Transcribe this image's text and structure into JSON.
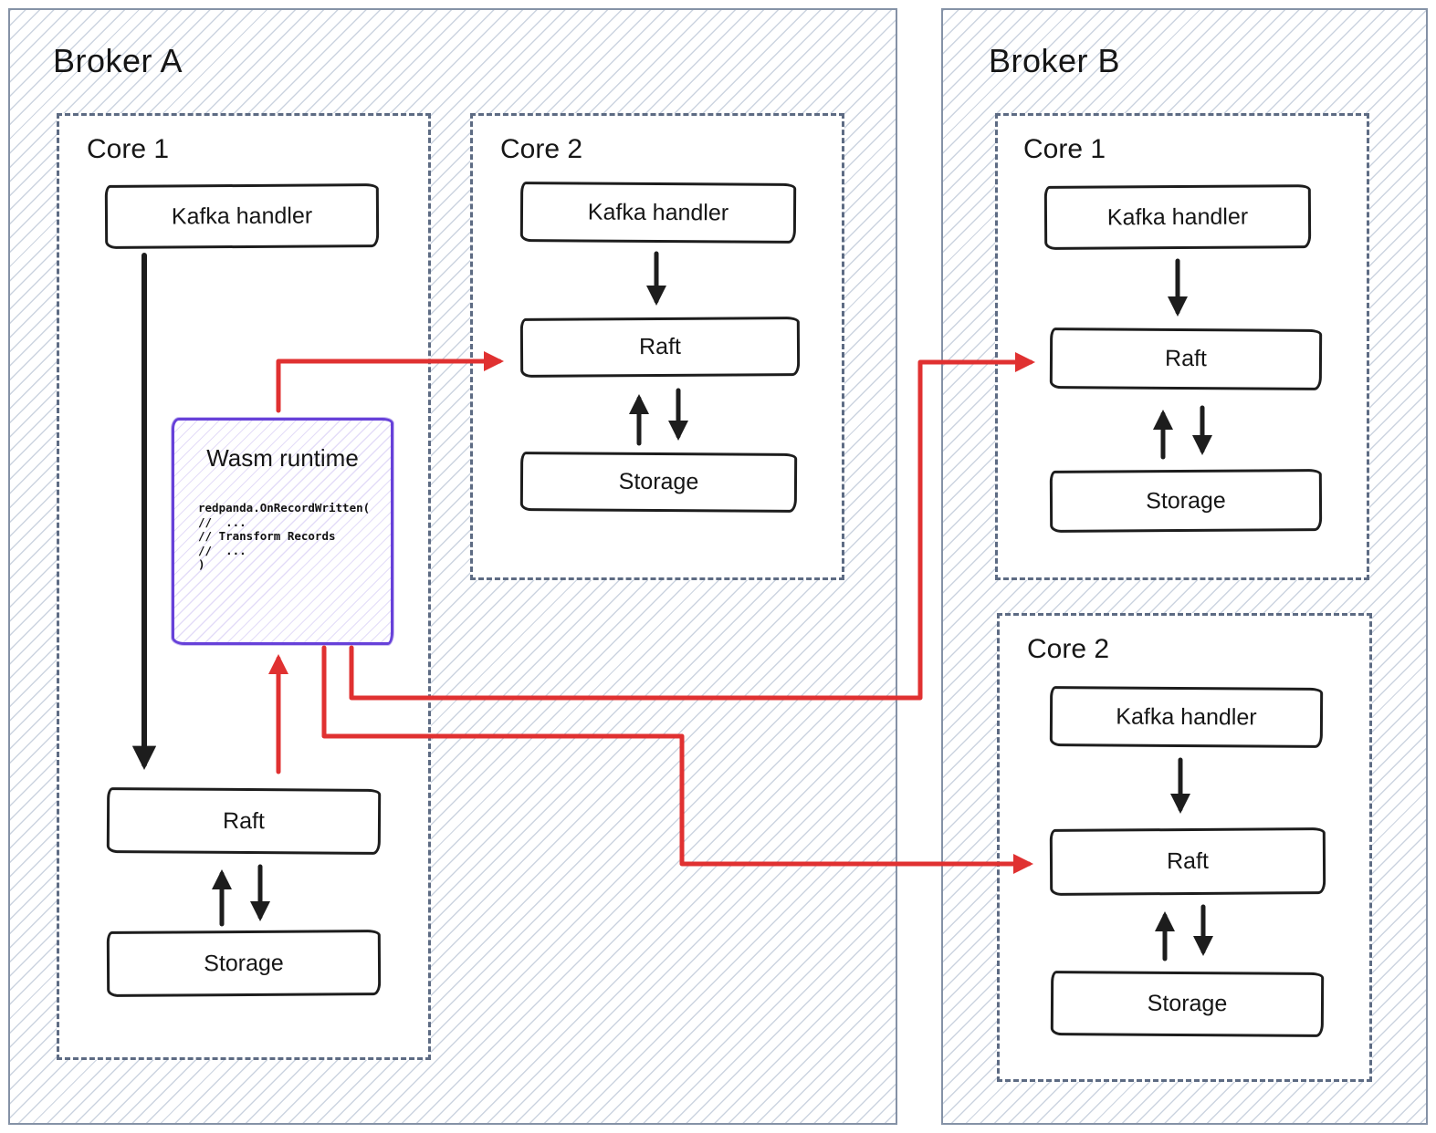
{
  "diagram": {
    "broker_a": {
      "title": "Broker A",
      "core1": {
        "title": "Core 1",
        "kafka_handler": "Kafka handler",
        "wasm_runtime": {
          "title": "Wasm runtime",
          "code": "redpanda.OnRecordWritten(\n//  ...\n// Transform Records\n//  ...\n)"
        },
        "raft": "Raft",
        "storage": "Storage"
      },
      "core2": {
        "title": "Core 2",
        "kafka_handler": "Kafka handler",
        "raft": "Raft",
        "storage": "Storage"
      }
    },
    "broker_b": {
      "title": "Broker B",
      "core1": {
        "title": "Core 1",
        "kafka_handler": "Kafka handler",
        "raft": "Raft",
        "storage": "Storage"
      },
      "core2": {
        "title": "Core 2",
        "kafka_handler": "Kafka handler",
        "raft": "Raft",
        "storage": "Storage"
      }
    },
    "colors": {
      "red_accent": "#e03131",
      "purple_accent": "#6741d9",
      "panel_border": "#8592a6",
      "core_border": "#5d6b83",
      "sketch_black": "#1d1d1d",
      "hatch_line": "#ccd4e0"
    },
    "red_flows": [
      {
        "from": "broker-a-core1-raft",
        "to": "broker-a-core1-wasm-runtime"
      },
      {
        "from": "broker-a-core1-wasm-runtime",
        "to": "broker-a-core2-raft"
      },
      {
        "from": "broker-a-core1-wasm-runtime",
        "to": "broker-b-core1-raft"
      },
      {
        "from": "broker-a-core1-wasm-runtime",
        "to": "broker-b-core2-raft"
      }
    ],
    "black_flows": [
      {
        "from": "broker-a-core1-kafka-handler",
        "to": "broker-a-core1-raft"
      },
      {
        "from": "broker-a-core1-raft",
        "to": "broker-a-core1-storage",
        "bidirectional": true
      },
      {
        "from": "broker-a-core2-kafka-handler",
        "to": "broker-a-core2-raft"
      },
      {
        "from": "broker-a-core2-raft",
        "to": "broker-a-core2-storage",
        "bidirectional": true
      },
      {
        "from": "broker-b-core1-kafka-handler",
        "to": "broker-b-core1-raft"
      },
      {
        "from": "broker-b-core1-raft",
        "to": "broker-b-core1-storage",
        "bidirectional": true
      },
      {
        "from": "broker-b-core2-kafka-handler",
        "to": "broker-b-core2-raft"
      },
      {
        "from": "broker-b-core2-raft",
        "to": "broker-b-core2-storage",
        "bidirectional": true
      }
    ]
  }
}
